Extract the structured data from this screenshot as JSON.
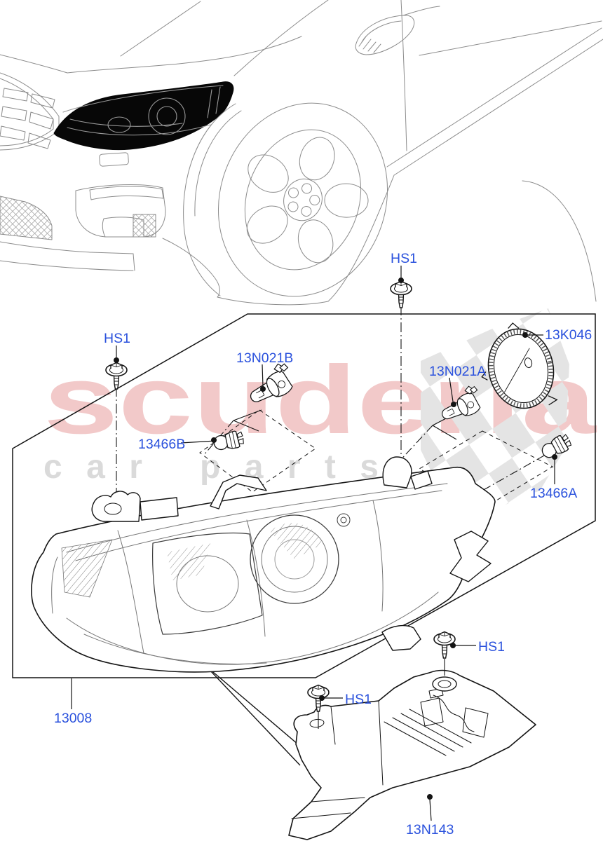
{
  "watermark": {
    "brand": "scuderia",
    "tagline": "car parts"
  },
  "palette": {
    "label_blue": "#2b52dd",
    "line_dark": "#141414",
    "line_gray": "#8c8c8c",
    "watermark_pink": "#f2c9c9",
    "watermark_gray": "#dadada",
    "checker_gray": "#e4e4e4"
  },
  "callouts": [
    {
      "text": "HS1"
    },
    {
      "text": "HS1"
    },
    {
      "text": "13N021B"
    },
    {
      "text": "13K046"
    },
    {
      "text": "13N021A"
    },
    {
      "text": "13466B"
    },
    {
      "text": "13466A"
    },
    {
      "text": "13008"
    },
    {
      "text": "HS1"
    },
    {
      "text": "HS1"
    },
    {
      "text": "13N143"
    }
  ]
}
